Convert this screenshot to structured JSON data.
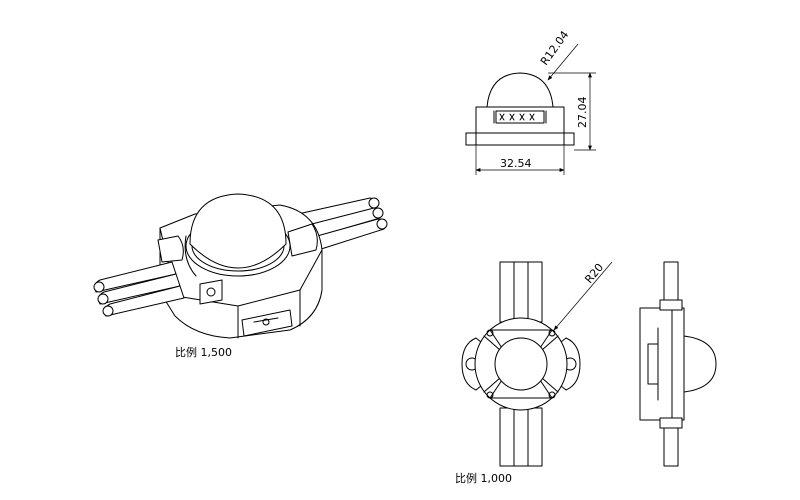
{
  "dimensions": {
    "radius_dome": "R12.04",
    "height": "27.04",
    "width": "32.54",
    "radius_body": "R20"
  },
  "scale_labels": {
    "iso_view": "比例 1,500",
    "top_view": "比例 1,000"
  },
  "line_color": "#000000",
  "background_color": "#ffffff"
}
